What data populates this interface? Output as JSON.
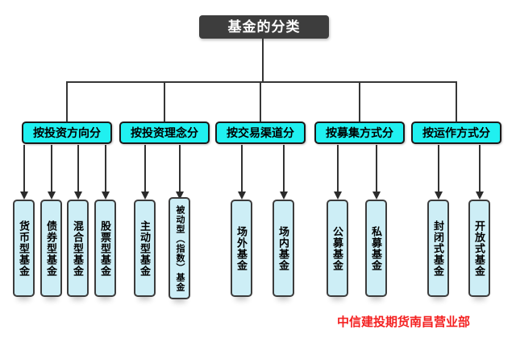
{
  "root": {
    "label": "基金的分类"
  },
  "groups": [
    {
      "label": "按投资方向分",
      "children": [
        "货币型基金",
        "债券型基金",
        "混合型基金",
        "股票型基金"
      ]
    },
    {
      "label": "按投资理念分",
      "children": [
        "主动型基金",
        "被动型（指数）基金"
      ]
    },
    {
      "label": "按交易渠道分",
      "children": [
        "场外基金",
        "场内基金"
      ]
    },
    {
      "label": "按募集方式分",
      "children": [
        "公募基金",
        "私募基金"
      ]
    },
    {
      "label": "按运作方式分",
      "children": [
        "封闭式基金",
        "开放式基金"
      ]
    }
  ],
  "watermark": {
    "label": "中信建投期货南昌营业部"
  },
  "colors": {
    "root_fill": "#3d3d3d",
    "root_text": "#ffffff",
    "category_fill": "#20f0f0",
    "leaf_fill": "#cdeef6",
    "line": "#363636",
    "watermark_red": "#f42121"
  }
}
